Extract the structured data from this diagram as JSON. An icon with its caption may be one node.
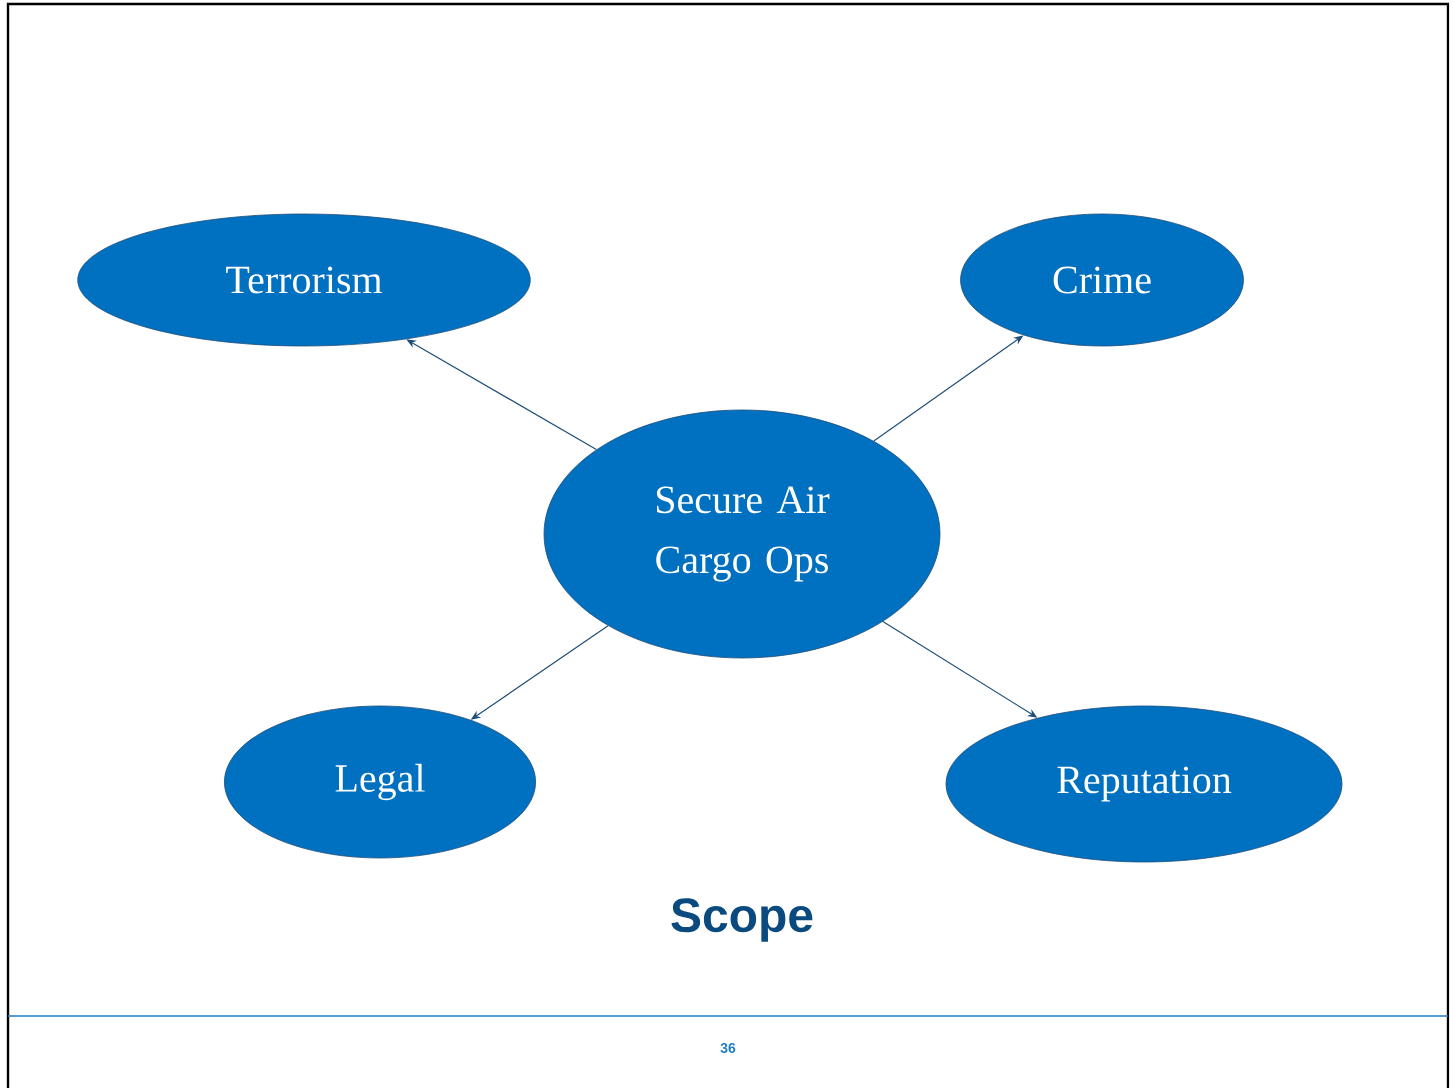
{
  "diagram": {
    "title": "Scope",
    "nodes": [
      {
        "text": [
          "Terrorism"
        ]
      },
      {
        "text": [
          "Crime"
        ]
      },
      {
        "text": [
          "Secure Air Cargo Ops"
        ]
      },
      {
        "text": [
          "Legal"
        ]
      },
      {
        "text": [
          "Reputation"
        ]
      }
    ],
    "edges": [
      {
        "from": 2,
        "to": 0,
        "arrow": "to"
      },
      {
        "from": 2,
        "to": 1,
        "arrow": "to"
      },
      {
        "from": 2,
        "to": 3,
        "arrow": "to"
      },
      {
        "from": 2,
        "to": 4,
        "arrow": "to"
      }
    ],
    "labels": [
      "36"
    ]
  }
}
